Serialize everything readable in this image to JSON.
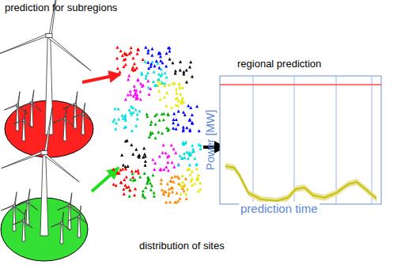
{
  "diagram": {
    "labels": [
      "prediction for subregions",
      "distribution of sites",
      "regional prediction",
      "Power [MW]",
      "prediction time"
    ]
  }
}
